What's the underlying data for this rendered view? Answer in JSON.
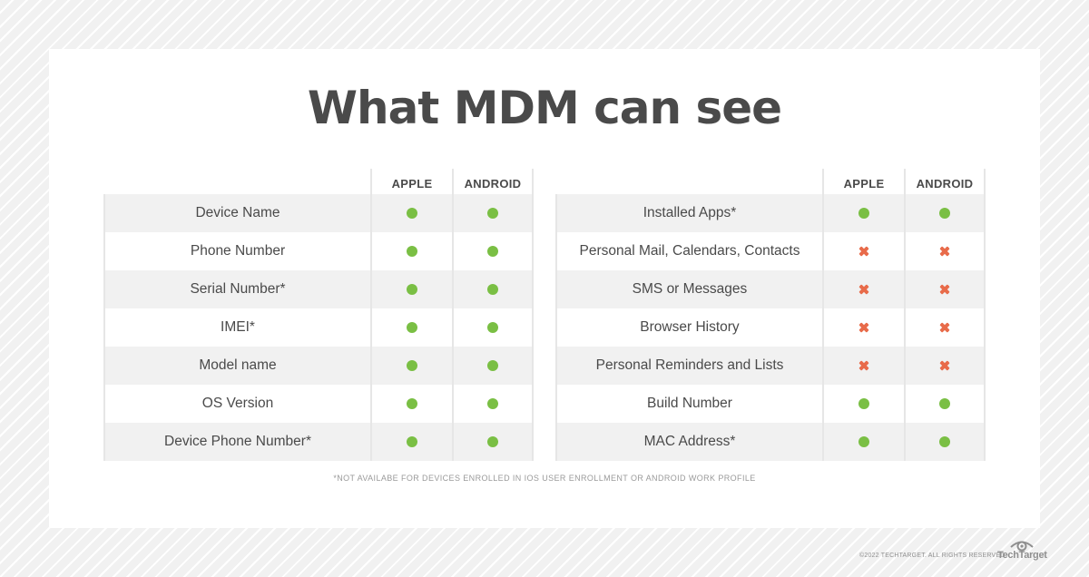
{
  "title": "What MDM can see",
  "colors": {
    "yes": "#7abf44",
    "no": "#e86b4a",
    "text": "#4a4a4a",
    "row_shade": "#f1f1f1"
  },
  "tables": [
    {
      "headers": [
        "",
        "APPLE",
        "ANDROID"
      ],
      "rows": [
        {
          "label": "Device Name",
          "apple": "yes",
          "android": "yes"
        },
        {
          "label": "Phone Number",
          "apple": "yes",
          "android": "yes"
        },
        {
          "label": "Serial Number*",
          "apple": "yes",
          "android": "yes"
        },
        {
          "label": "IMEI*",
          "apple": "yes",
          "android": "yes"
        },
        {
          "label": "Model name",
          "apple": "yes",
          "android": "yes"
        },
        {
          "label": "OS Version",
          "apple": "yes",
          "android": "yes"
        },
        {
          "label": "Device Phone Number*",
          "apple": "yes",
          "android": "yes"
        }
      ]
    },
    {
      "headers": [
        "",
        "APPLE",
        "ANDROID"
      ],
      "rows": [
        {
          "label": "Installed Apps*",
          "apple": "yes",
          "android": "yes"
        },
        {
          "label": "Personal Mail, Calendars, Contacts",
          "apple": "no",
          "android": "no"
        },
        {
          "label": "SMS or Messages",
          "apple": "no",
          "android": "no"
        },
        {
          "label": "Browser History",
          "apple": "no",
          "android": "no"
        },
        {
          "label": "Personal Reminders and Lists",
          "apple": "no",
          "android": "no"
        },
        {
          "label": "Build Number",
          "apple": "yes",
          "android": "yes"
        },
        {
          "label": "MAC Address*",
          "apple": "yes",
          "android": "yes"
        }
      ]
    }
  ],
  "footnote": "*NOT AVAILABE FOR DEVICES ENROLLED IN IOS USER ENROLLMENT OR ANDROID WORK PROFILE",
  "copyright": "©2022 TECHTARGET. ALL RIGHTS RESERVED",
  "brand": "TechTarget"
}
